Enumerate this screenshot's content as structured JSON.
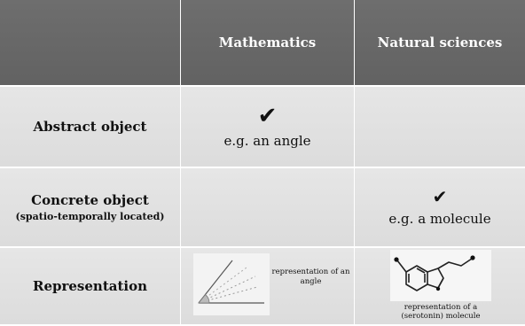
{
  "header": {
    "corner": "",
    "col_math": "Mathematics",
    "col_nat": "Natural sciences"
  },
  "rows": {
    "abstract": {
      "label": "Abstract object",
      "math_check": "✔",
      "math_example": "e.g. an angle"
    },
    "concrete": {
      "label": "Concrete object",
      "sublabel": "(spatio-temporally located)",
      "nat_check": "✔",
      "nat_example": "e.g. a molecule"
    },
    "representation": {
      "label": "Representation",
      "math_caption": "representation of an angle",
      "nat_caption": "representation of a (serotonin) molecule"
    }
  },
  "icons": {
    "angle_diagram": "angle-diagram-icon",
    "molecule_diagram": "serotonin-molecule-icon"
  },
  "colors": {
    "header_bg": "#666666",
    "cell_bg": "#e0e0e0",
    "text": "#111111"
  }
}
